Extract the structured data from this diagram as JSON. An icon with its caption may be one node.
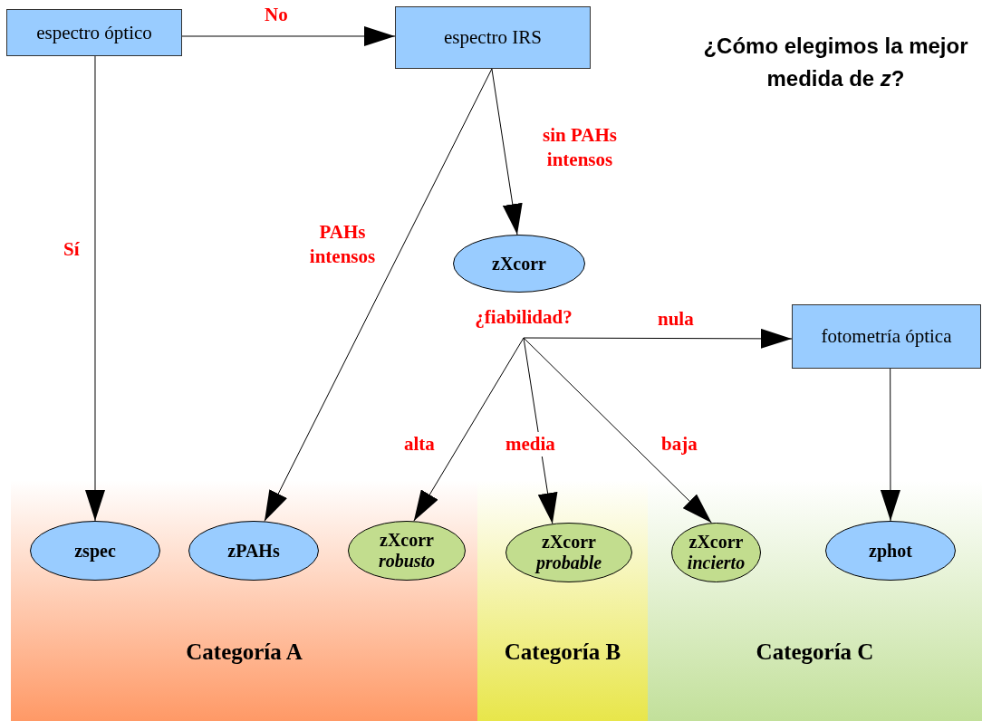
{
  "diagram": {
    "title": "¿Cómo elegimos la mejor medida de *z*?",
    "nodes": [
      {
        "text": [
          "espectro óptico"
        ]
      },
      {
        "text": [
          "espectro IRS"
        ]
      },
      {
        "text": [
          "zXcorr"
        ]
      },
      {
        "text": [
          "¿fiabilidad?"
        ]
      },
      {
        "text": [
          "fotometría óptica"
        ]
      },
      {
        "text": [
          "Categoría A"
        ]
      },
      {
        "text": [
          "zspec"
        ],
        "in": 5
      },
      {
        "text": [
          "zPAHs"
        ],
        "in": 5
      },
      {
        "text": [
          "zXcorr",
          "robusto"
        ],
        "in": 5
      },
      {
        "text": [
          "Categoría B"
        ]
      },
      {
        "text": [
          "zXcorr",
          "probable"
        ],
        "in": 9
      },
      {
        "text": [
          "Categoría C"
        ]
      },
      {
        "text": [
          "zXcorr",
          "incierto"
        ],
        "in": 11
      },
      {
        "text": [
          "zphot"
        ],
        "in": 11
      }
    ],
    "edges": [
      {
        "from": 0,
        "to": 1,
        "arrow": "to",
        "label": "No"
      },
      {
        "from": 0,
        "to": 6,
        "arrow": "to",
        "label": "Sí"
      },
      {
        "from": 1,
        "to": 7,
        "arrow": "to",
        "label": "PAHs intensos"
      },
      {
        "from": 1,
        "to": 2,
        "arrow": "to",
        "label": "sin PAHs intensos"
      },
      {
        "from": 3,
        "to": 4,
        "arrow": "to",
        "label": "nula"
      },
      {
        "from": 3,
        "to": 8,
        "arrow": "to",
        "label": "alta"
      },
      {
        "from": 3,
        "to": 10,
        "arrow": "to",
        "label": "media"
      },
      {
        "from": 3,
        "to": 12,
        "arrow": "to",
        "label": "baja"
      },
      {
        "from": 4,
        "to": 13,
        "arrow": "to"
      }
    ]
  }
}
